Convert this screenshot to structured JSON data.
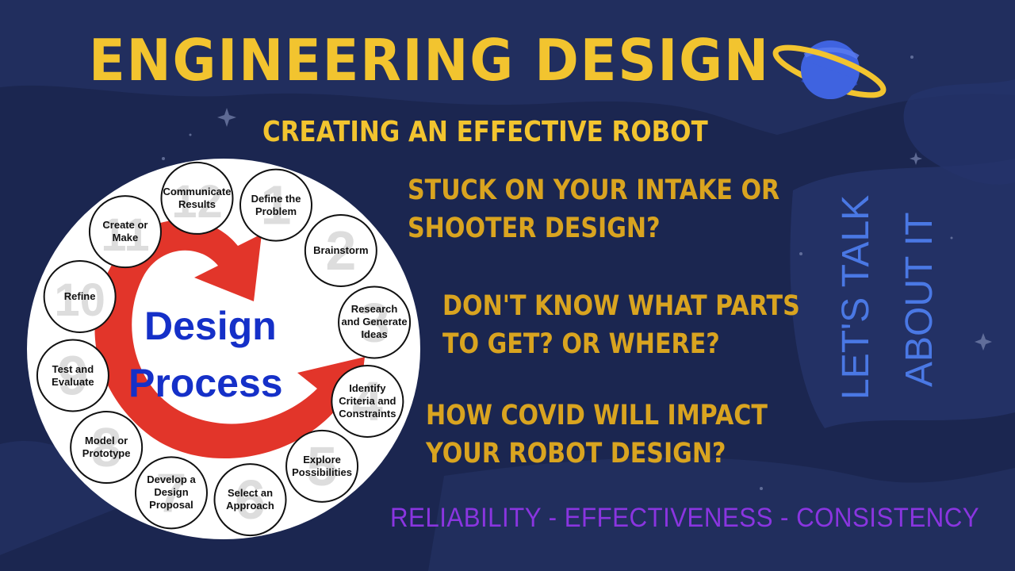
{
  "title": "ENGINEERING DESIGN",
  "subtitle": "CREATING AN EFFECTIVE ROBOT",
  "questions": [
    "STUCK ON YOUR INTAKE OR\nSHOOTER DESIGN?",
    "DON'T KNOW WHAT PARTS\nTO GET? OR WHERE?",
    "HOW COVID WILL IMPACT\nYOUR ROBOT DESIGN?"
  ],
  "side_text": [
    "LET'S TALK",
    "ABOUT IT"
  ],
  "footer": "RELIABILITY - EFFECTIVENESS - CONSISTENCY",
  "diagram": {
    "center": [
      "Design",
      "Process"
    ],
    "steps": [
      {
        "n": "1",
        "label": "Define the\nProblem"
      },
      {
        "n": "2",
        "label": "Brainstorm"
      },
      {
        "n": "3",
        "label": "Research\nand Generate\nIdeas"
      },
      {
        "n": "4",
        "label": "Identify\nCriteria and\nConstraints"
      },
      {
        "n": "5",
        "label": "Explore\nPossibilities"
      },
      {
        "n": "6",
        "label": "Select an\nApproach"
      },
      {
        "n": "7",
        "label": "Develop a\nDesign\nProposal"
      },
      {
        "n": "8",
        "label": "Model or\nPrototype"
      },
      {
        "n": "9",
        "label": "Test and\nEvaluate"
      },
      {
        "n": "10",
        "label": "Refine"
      },
      {
        "n": "11",
        "label": "Create or\nMake"
      },
      {
        "n": "12",
        "label": "Communicate\nResults"
      }
    ]
  },
  "colors": {
    "background": "#1b2650",
    "title": "#f2c42f",
    "questions": "#d9a420",
    "side_text": "#4a78e4",
    "footer": "#8a35e0",
    "planet": "#3f63e0",
    "ring": "#f2c42f",
    "arrow": "#e2352a",
    "center_text": "#1530c8"
  },
  "icons": [
    "planet-icon",
    "sparkle-icon"
  ]
}
